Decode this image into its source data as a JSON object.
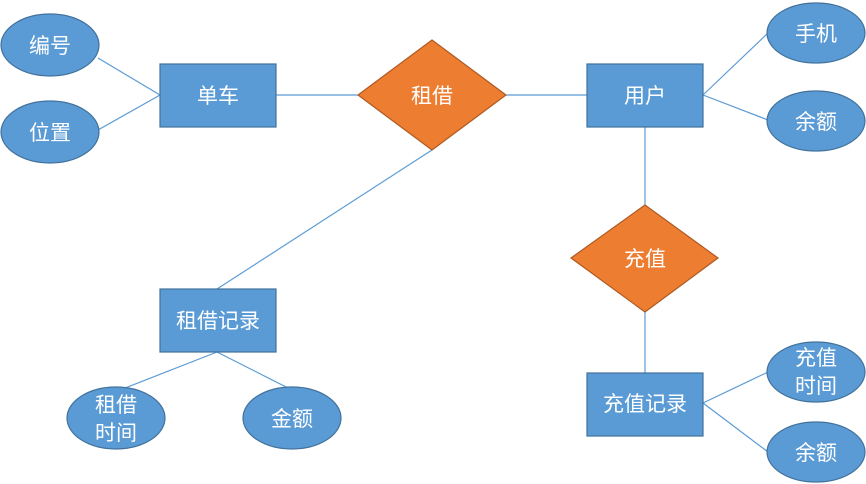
{
  "entities": {
    "bike": "单车",
    "user": "用户",
    "rental_record": "租借记录",
    "recharge_record": "充值记录"
  },
  "relationships": {
    "rent": "租借",
    "recharge": "充值"
  },
  "attributes": {
    "bike_id": "编号",
    "bike_location": "位置",
    "user_phone": "手机",
    "user_balance": "余额",
    "rental_time_line1": "租借",
    "rental_time_line2": "时间",
    "rental_amount": "金额",
    "recharge_time_line1": "充值",
    "recharge_time_line2": "时间",
    "recharge_balance": "余额"
  }
}
